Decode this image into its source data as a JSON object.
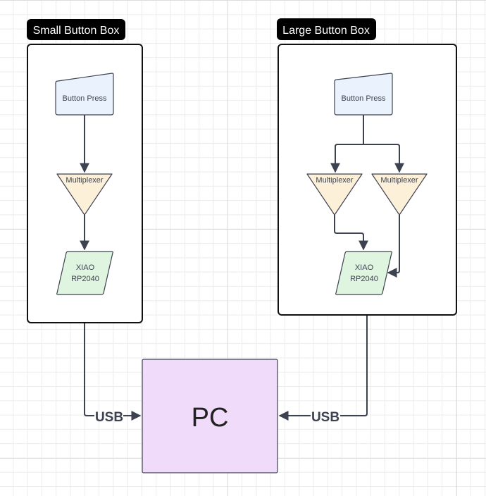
{
  "groups": [
    {
      "id": "small",
      "title": "Small Button Box"
    },
    {
      "id": "large",
      "title": "Large Button Box"
    }
  ],
  "nodes": {
    "small_button": {
      "label": "Button Press",
      "shape": "manual-input"
    },
    "small_mux": {
      "label": "Multiplexer",
      "shape": "merge-triangle"
    },
    "small_xiao": {
      "label_line1": "XIAO",
      "label_line2": "RP2040",
      "shape": "parallelogram"
    },
    "large_button": {
      "label": "Button Press",
      "shape": "manual-input"
    },
    "large_mux_left": {
      "label": "Multiplexer",
      "shape": "merge-triangle"
    },
    "large_mux_right": {
      "label": "Multiplexer",
      "shape": "merge-triangle"
    },
    "large_xiao": {
      "label_line1": "XIAO",
      "label_line2": "RP2040",
      "shape": "parallelogram"
    },
    "pc": {
      "label": "PC",
      "shape": "rectangle"
    }
  },
  "edges": [
    {
      "from": "small_button",
      "to": "small_mux",
      "label": ""
    },
    {
      "from": "small_mux",
      "to": "small_xiao",
      "label": ""
    },
    {
      "from": "large_button",
      "to": "large_mux_left",
      "label": ""
    },
    {
      "from": "large_button",
      "to": "large_mux_right",
      "label": ""
    },
    {
      "from": "large_mux_left",
      "to": "large_xiao",
      "label": ""
    },
    {
      "from": "large_mux_right",
      "to": "large_xiao",
      "label": ""
    },
    {
      "from": "small_box",
      "to": "pc",
      "label": "USB"
    },
    {
      "from": "large_box",
      "to": "pc",
      "label": "USB"
    }
  ],
  "colors": {
    "button_fill": "#eaf2fd",
    "mux_fill": "#fdf0d9",
    "xiao_fill": "#dff5df",
    "pc_fill": "#f1dbfb",
    "stroke": "#3d4250",
    "title_bg": "#000000",
    "title_text": "#ffffff"
  }
}
